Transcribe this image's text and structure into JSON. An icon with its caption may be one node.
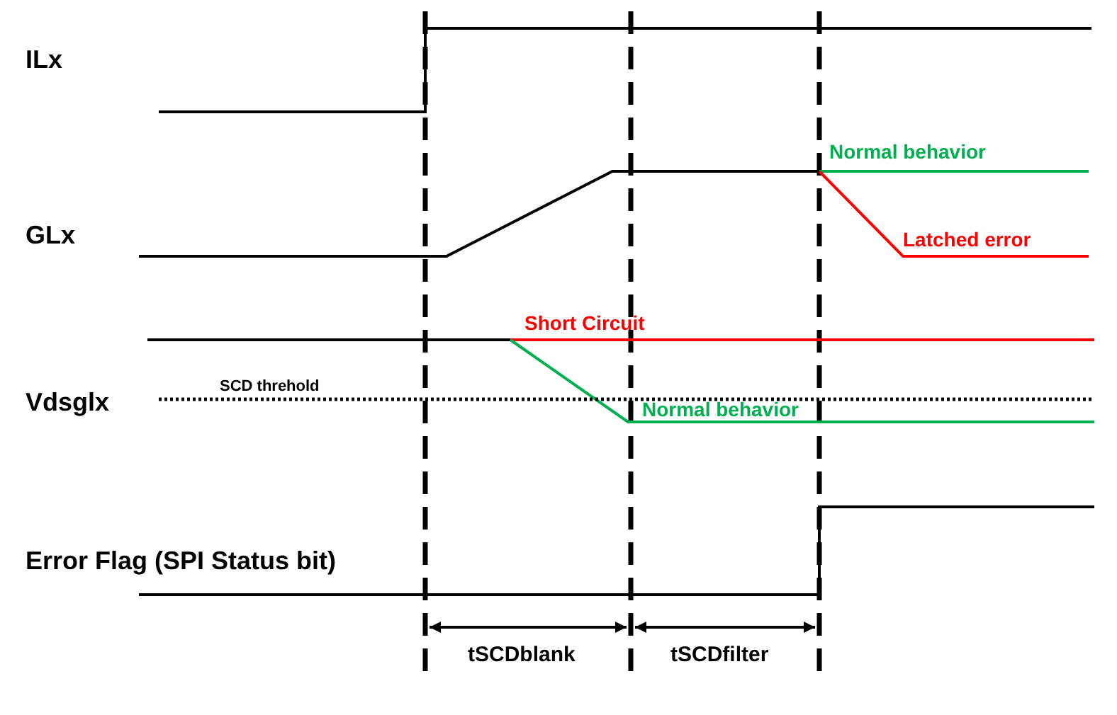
{
  "diagram": {
    "labels": [
      "ILx",
      "Normal behavior",
      "GLx",
      "Latched error",
      "Short Circuit",
      "SCD threhold",
      "Vdsglx",
      "Normal behavior",
      "Error Flag (SPI Status bit)",
      "tSCDblank",
      "tSCDfilter"
    ]
  }
}
